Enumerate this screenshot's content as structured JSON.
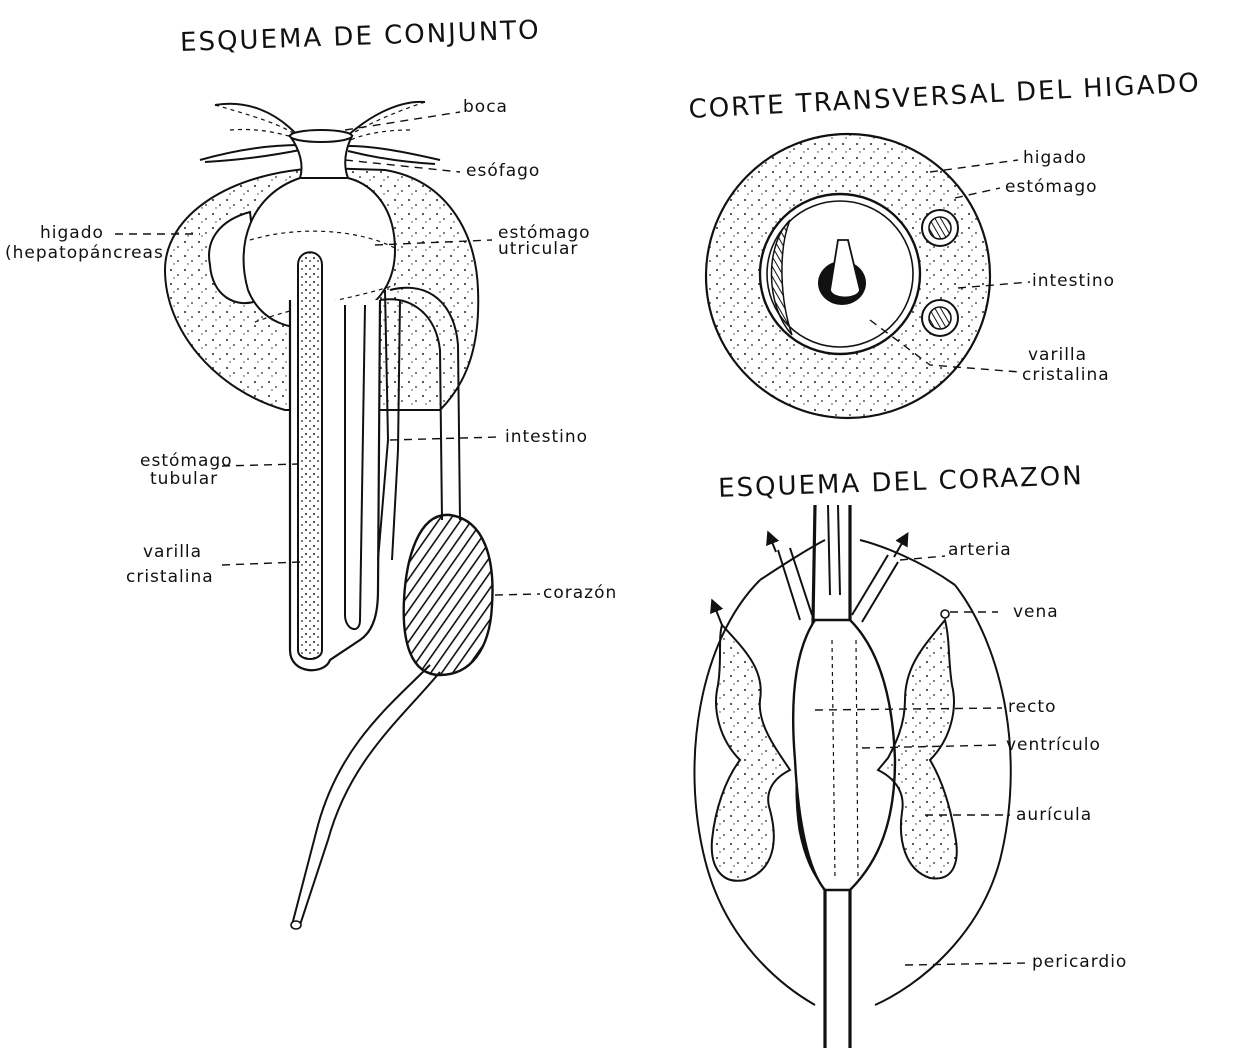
{
  "titles": {
    "overview": "ESQUEMA  DE CONJUNTO",
    "cross_section": "CORTE TRANSVERSAL DEL HIGADO",
    "heart": "ESQUEMA  DEL CORAZON"
  },
  "overview_labels": {
    "boca": "boca",
    "esofago": "esófago",
    "higado_1": "higado",
    "higado_2": "(hepatopáncreas",
    "estomago_utricular_1": "estómago",
    "estomago_utricular_2": "utricular",
    "intestino": "intestino",
    "estomago_tubular_1": "estómago",
    "estomago_tubular_2": "tubular",
    "varilla_1": "varilla",
    "varilla_2": "cristalina",
    "corazon": "corazón"
  },
  "cross_labels": {
    "higado": "higado",
    "estomago": "estómago",
    "intestino": "intestino",
    "varilla_1": "varilla",
    "varilla_2": "cristalina"
  },
  "heart_labels": {
    "arteria": "arteria",
    "vena": "vena",
    "recto": "recto",
    "ventriculo": "ventrículo",
    "auricula": "aurícula",
    "pericardio": "pericardio"
  }
}
